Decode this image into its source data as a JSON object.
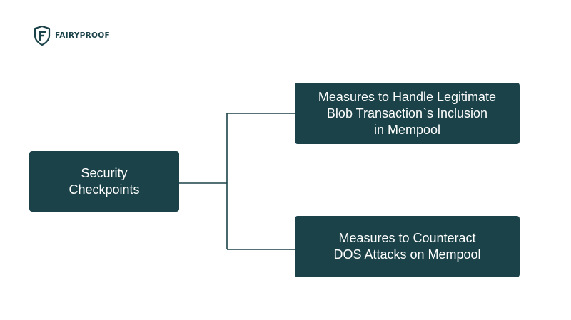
{
  "brand": {
    "name": "FAIRYPROOF",
    "logo_icon": "shield-f-icon",
    "color": "#1b4248"
  },
  "diagram": {
    "root": {
      "label": "Security\nCheckpoints"
    },
    "children": [
      {
        "label": "Measures to Handle Legitimate\nBlob Transaction`s Inclusion\nin Mempool"
      },
      {
        "label": "Measures to Counteract\nDOS Attacks on Mempool"
      }
    ],
    "node_color": "#1b4248",
    "connector_color": "#1b4248",
    "text_color": "#ffffff"
  }
}
